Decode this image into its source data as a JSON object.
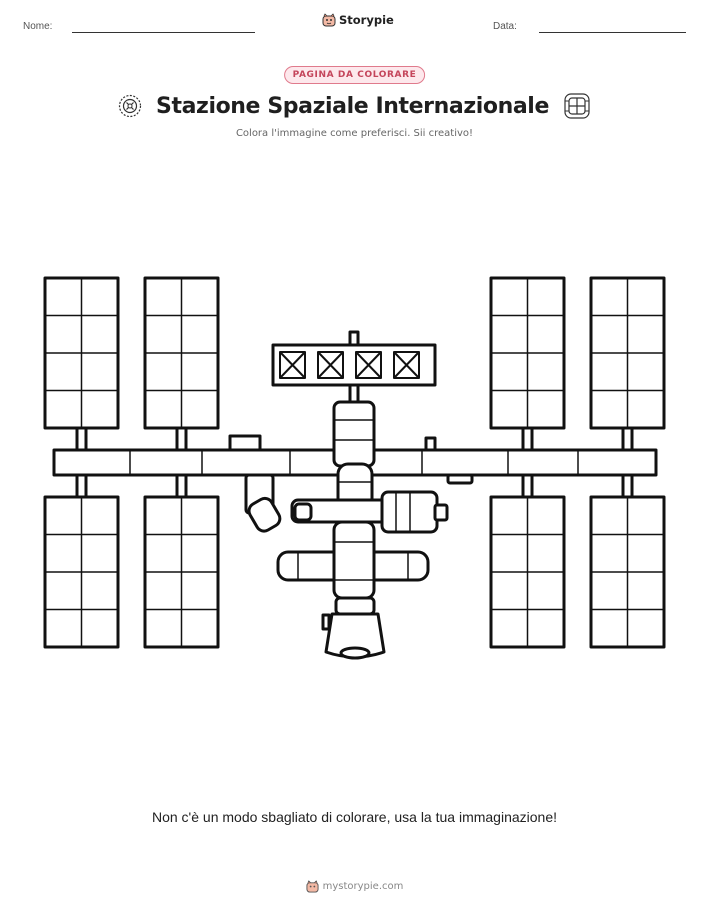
{
  "header": {
    "name_label": "Nome:",
    "date_label": "Data:",
    "brand": "Storypie"
  },
  "badge": "PAGINA DA COLORARE",
  "title": "Stazione Spaziale Internazionale",
  "subtitle": "Colora l'immagine come preferisci. Sii creativo!",
  "illustration": {
    "subject": "international-space-station"
  },
  "footer": {
    "message": "Non c'è un modo sbagliato di colorare, usa la tua immaginazione!",
    "website": "mystorypie.com"
  },
  "colors": {
    "badge_border": "#e07a8c",
    "badge_fill": "#fde8ec",
    "badge_text": "#c4455b"
  }
}
